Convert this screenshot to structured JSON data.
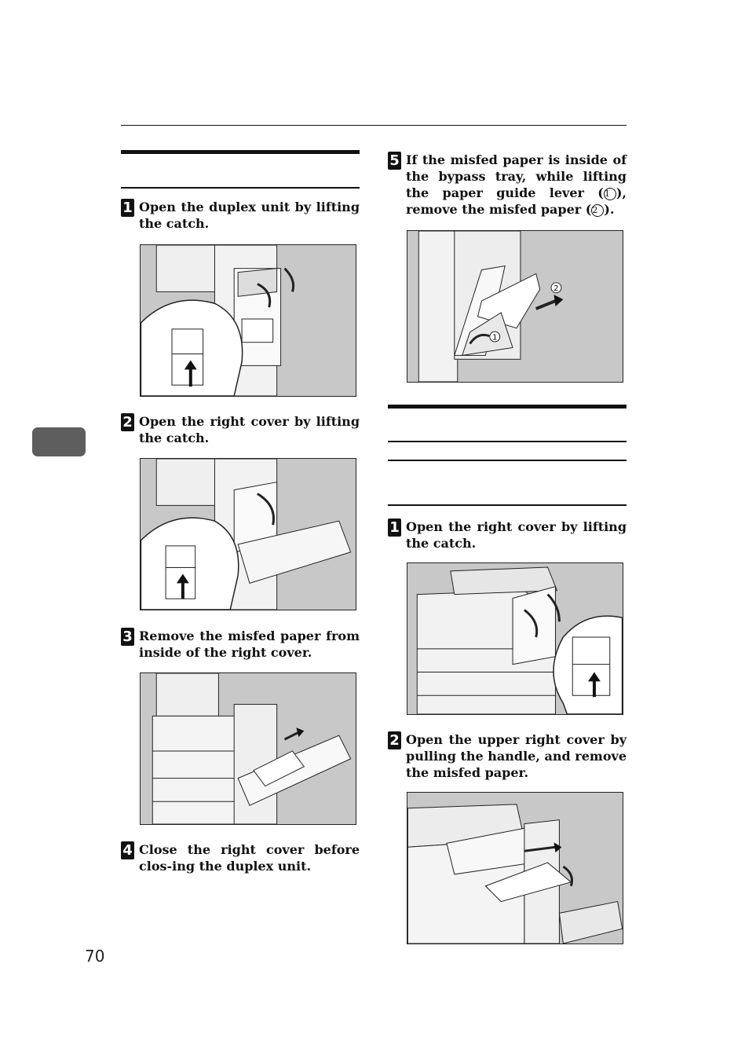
{
  "page": {
    "number": "70",
    "side_tab_label": ""
  },
  "left_column": {
    "steps": [
      {
        "num": "1",
        "text": "Open the duplex unit by lifting the catch."
      },
      {
        "num": "2",
        "text": "Open the right cover by lifting the catch."
      },
      {
        "num": "3",
        "text": "Remove the misfed paper from inside of the right cover."
      },
      {
        "num": "4",
        "text": "Close the right cover before clos-ing the duplex unit."
      }
    ]
  },
  "right_column": {
    "step5": {
      "num": "5",
      "text_a": "If the misfed paper is inside of the bypass tray, while lifting the paper guide lever (",
      "marker1": "1",
      "text_b": "), remove the misfed paper (",
      "marker2": "2",
      "text_c": ")."
    },
    "section2_steps": [
      {
        "num": "1",
        "text": "Open the right cover by lifting the catch."
      },
      {
        "num": "2",
        "text": "Open the upper right cover by pulling the handle, and remove the misfed paper."
      }
    ],
    "figure_markers": {
      "one": "1",
      "two": "2"
    }
  }
}
